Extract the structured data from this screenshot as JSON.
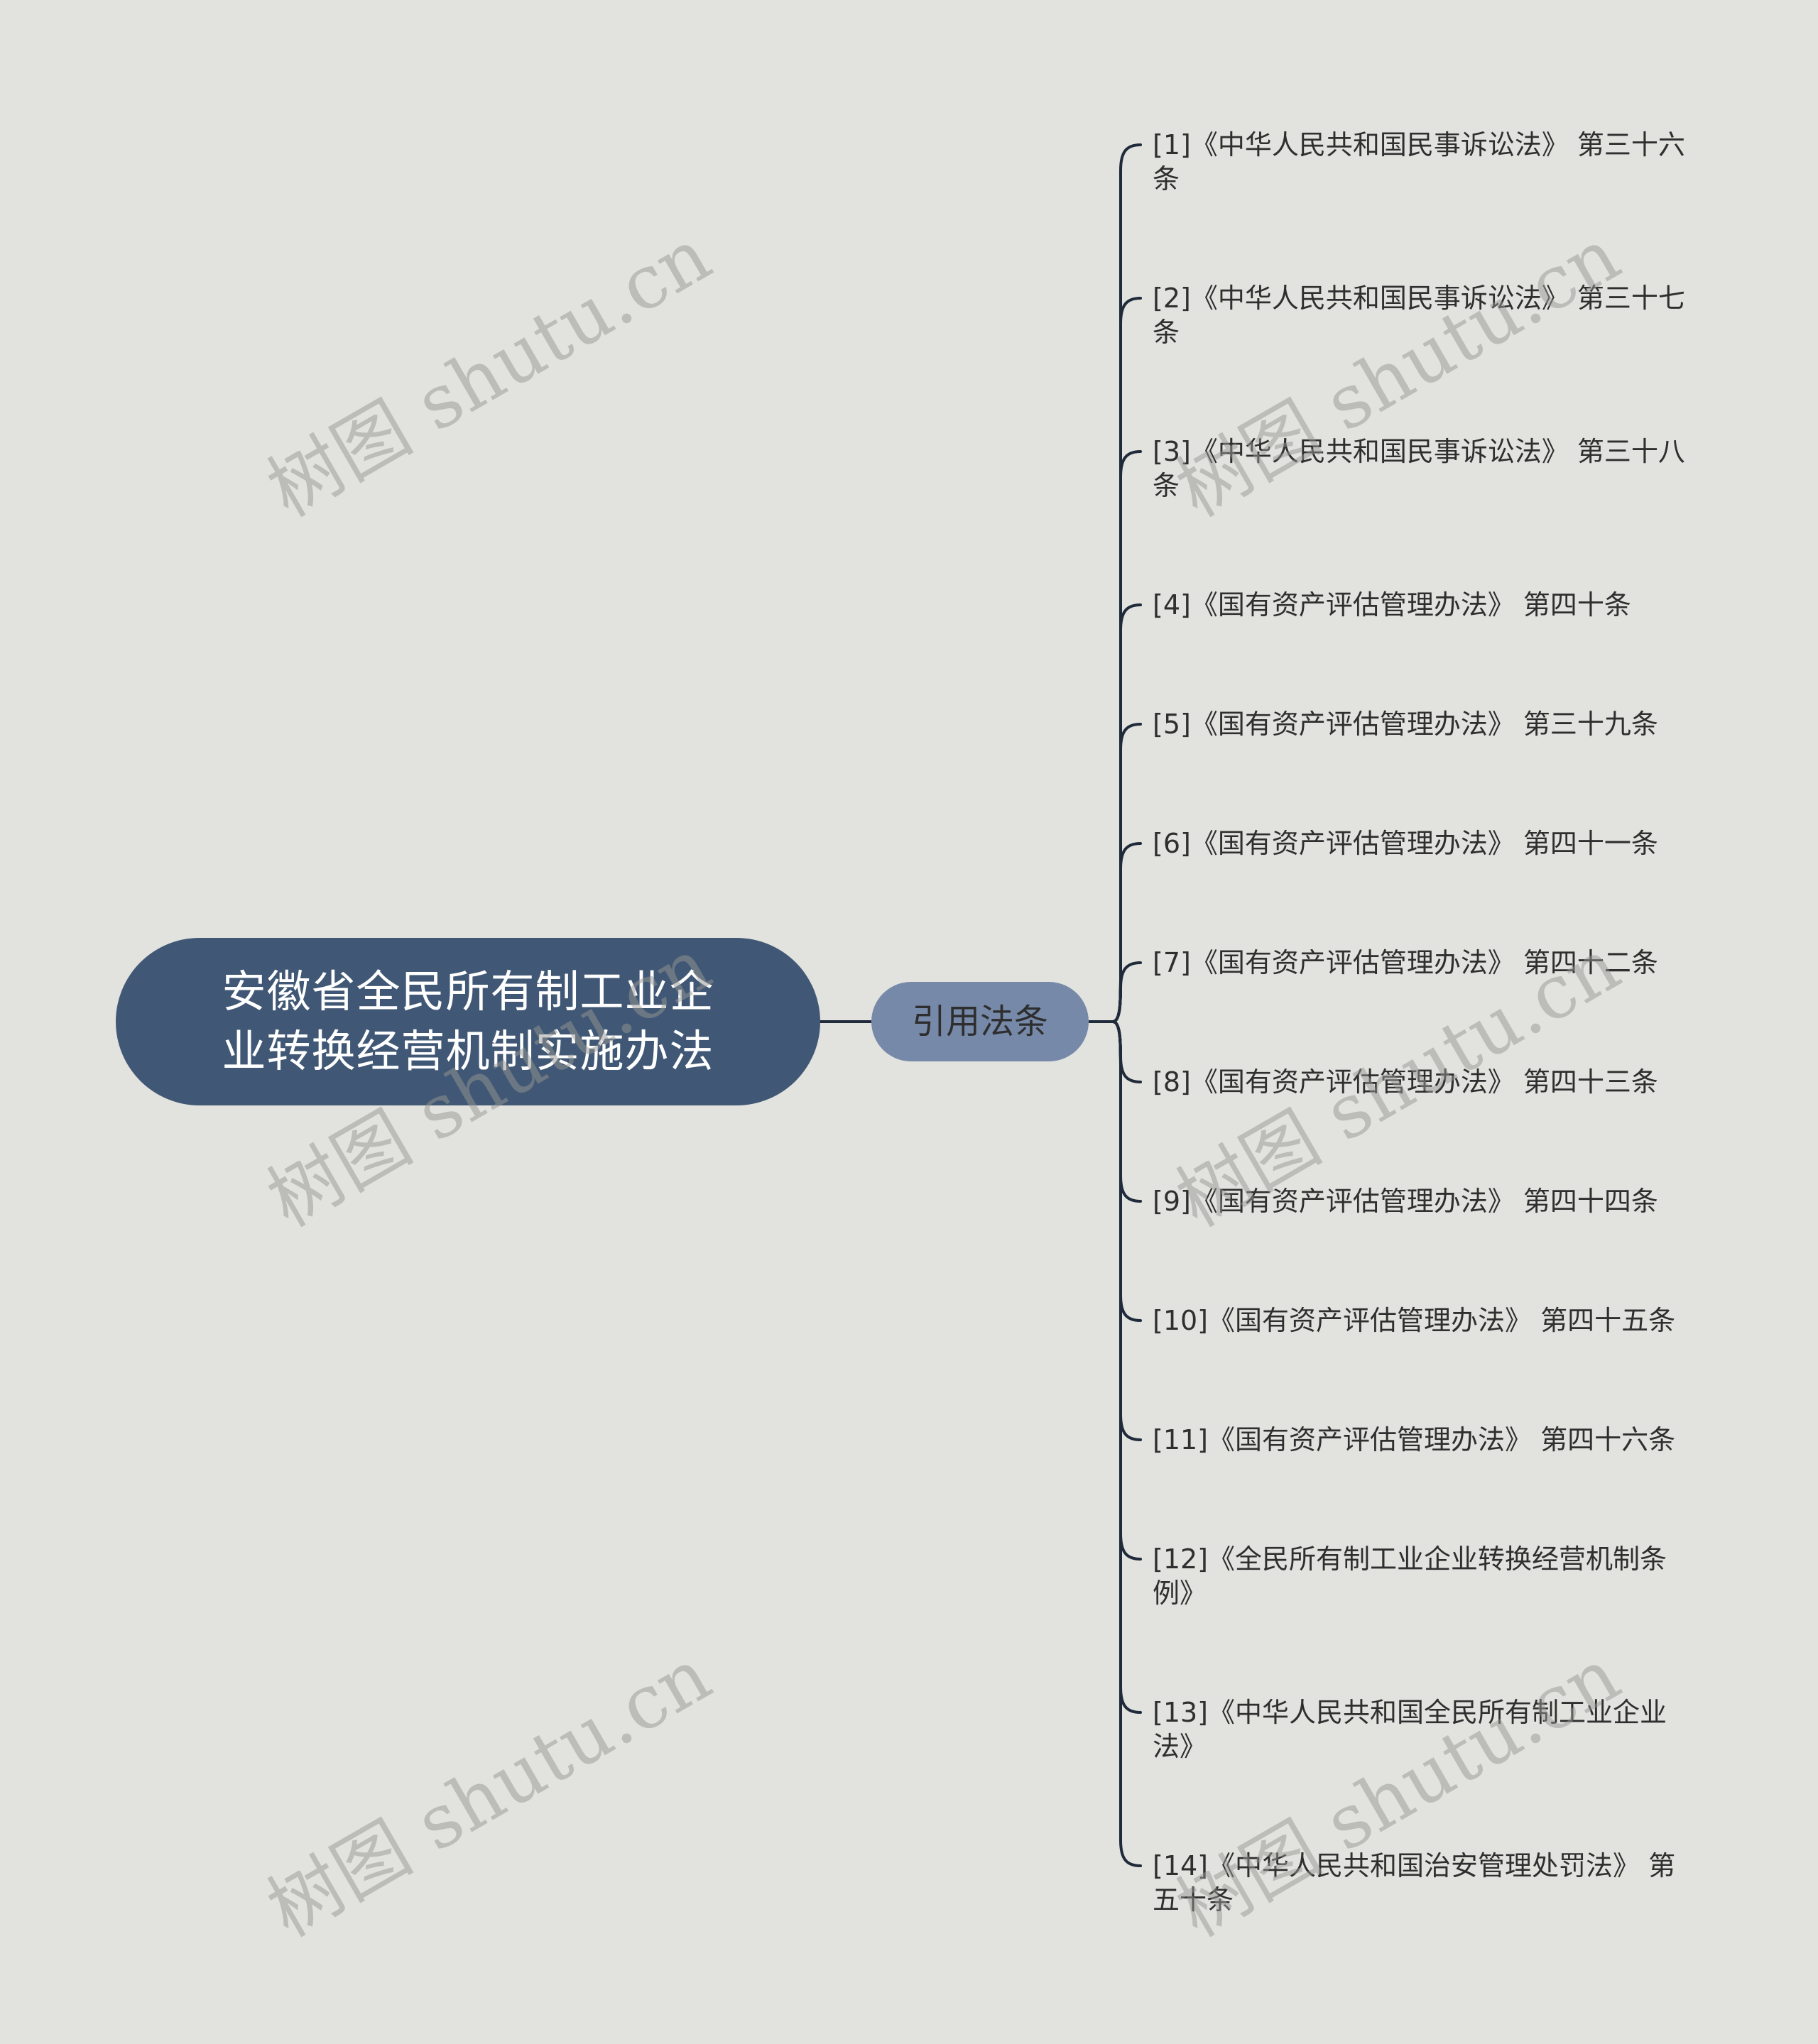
{
  "root": {
    "label": "安徽省全民所有制工业企业转换经营机制实施办法"
  },
  "branch": {
    "label": "引用法条"
  },
  "leaves": [
    "[1]《中华人民共和国民事诉讼法》 第三十六条",
    "[2]《中华人民共和国民事诉讼法》 第三十七条",
    "[3]《中华人民共和国民事诉讼法》 第三十八条",
    "[4]《国有资产评估管理办法》 第四十条",
    "[5]《国有资产评估管理办法》 第三十九条",
    "[6]《国有资产评估管理办法》 第四十一条",
    "[7]《国有资产评估管理办法》 第四十二条",
    "[8]《国有资产评估管理办法》 第四十三条",
    "[9]《国有资产评估管理办法》 第四十四条",
    "[10]《国有资产评估管理办法》 第四十五条",
    "[11]《国有资产评估管理办法》 第四十六条",
    "[12]《全民所有制工业企业转换经营机制条例》",
    "[13]《中华人民共和国全民所有制工业企业法》",
    "[14]《中华人民共和国治安管理处罚法》 第五十条"
  ],
  "watermark": {
    "text": "树图 shutu.cn"
  },
  "colors": {
    "background": "#e2e2de",
    "root_fill": "#405875",
    "branch_fill": "#7689a9",
    "connector": "#1f2a3a",
    "text": "#2f2f2f"
  }
}
